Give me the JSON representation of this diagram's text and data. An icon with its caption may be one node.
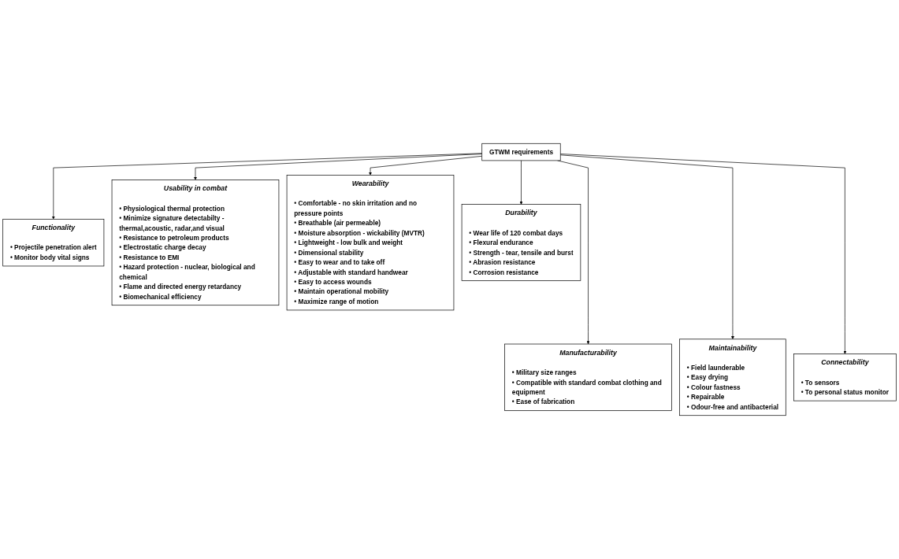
{
  "diagram": {
    "nodes": [
      {
        "text": [
          "GTWM requirements"
        ]
      },
      {
        "text": [
          "Functionality",
          "• Projectile penetration alert",
          "• Monitor body vital signs"
        ]
      },
      {
        "text": [
          "Usability in combat",
          "• Physiological thermal protection",
          "• Minimize signature detectabilty - thermal,acoustic, radar,and visual",
          "• Resistance to petroleum products",
          "• Electrostatic charge decay",
          "• Resistance to EMI",
          "• Hazard protection - nuclear, biological and chemical",
          "• Flame and directed energy retardancy",
          "• Biomechanical efficiency"
        ]
      },
      {
        "text": [
          "Wearability",
          "• Comfortable - no skin irritation and no pressure points",
          "• Breathable (air permeable)",
          "• Moisture absorption - wickability (MVTR)",
          "• Lightweight - low bulk and weight",
          "• Dimensional stability",
          "• Easy to wear and to take off",
          "• Adjustable with standard handwear",
          "• Easy to access wounds",
          "• Maintain operational mobility",
          "• Maximize range of motion"
        ]
      },
      {
        "text": [
          "Durability",
          "• Wear life of 120 combat days",
          "• Flexural endurance",
          "• Strength - tear, tensile and burst",
          "• Abrasion resistance",
          "• Corrosion resistance"
        ]
      },
      {
        "text": [
          "Manufacturability",
          "• Military size ranges",
          "• Compatible with standard combat clothing and equipment",
          "• Ease of fabrication"
        ]
      },
      {
        "text": [
          "Maintainability",
          "• Field launderable",
          "• Easy drying",
          "• Colour fastness",
          "• Repairable",
          "• Odour-free and antibacterial"
        ]
      },
      {
        "text": [
          "Connectability",
          "• To sensors",
          "• To personal status monitor"
        ]
      }
    ],
    "edges": [
      {
        "from": 0,
        "to": 1,
        "arrow": "to"
      },
      {
        "from": 0,
        "to": 5,
        "arrow": "to"
      },
      {
        "from": 0,
        "to": 2,
        "arrow": "to"
      },
      {
        "from": 0,
        "to": 6,
        "arrow": "to"
      },
      {
        "from": 0,
        "to": 3,
        "arrow": "to"
      },
      {
        "from": 0,
        "to": 7,
        "arrow": "to"
      },
      {
        "from": 0,
        "to": 4,
        "arrow": "to"
      }
    ]
  }
}
